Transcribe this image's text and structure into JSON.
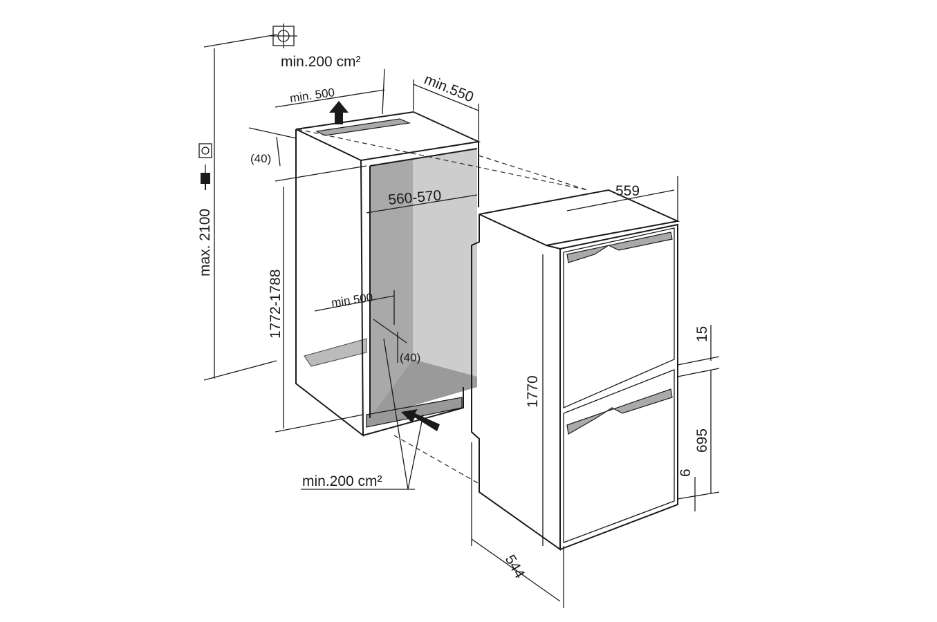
{
  "diagram": {
    "title": "Built-in fridge-freezer installation dimensions",
    "labels": {
      "top_vent": "min.200 cm²",
      "top_vent_width": "min. 500",
      "depth_min": "min.550",
      "top_gap": "(40)",
      "niche_width": "560-570",
      "appliance_width": "559",
      "max_height": "max. 2100",
      "niche_height": "1772-1788",
      "bottom_vent_width": "min 500",
      "bottom_gap": "(40)",
      "appliance_height": "1770",
      "door_gap": "15",
      "lower_door": "695",
      "bottom_gap_small": "6",
      "bottom_vent": "min.200 cm²",
      "appliance_depth": "544"
    },
    "colors": {
      "line": "#1a1a1a",
      "interior": "#a9a9a9",
      "interior_back": "#c8c8c8"
    }
  }
}
